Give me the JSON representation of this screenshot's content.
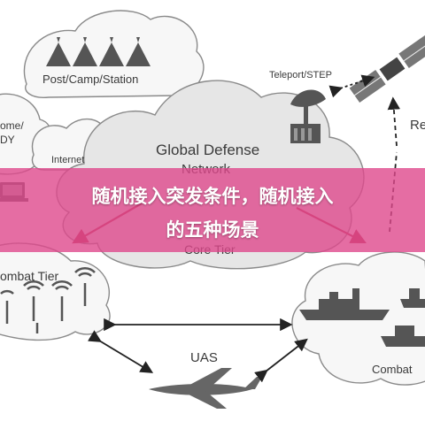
{
  "diagram": {
    "labels": {
      "post_camp_station": "Post/Camp/Station",
      "teleport": "Teleport/STEP",
      "home_partial": "ome/",
      "dy_partial": "DY",
      "internet": "Internet",
      "global_defense": "Global Defense",
      "network": "Network",
      "core_tier": "Core Tier",
      "re_partial": "Re",
      "combat_tier": "ombat Tier",
      "uas": "UAS",
      "combat_right": "Combat"
    },
    "icons": [
      "tent-icon",
      "satellite-dish-icon",
      "satellite-icon",
      "laptop-icon",
      "radio-tower-icon",
      "ship-icon",
      "drone-icon"
    ]
  },
  "banner": {
    "line1": "随机接入突发条件，随机接入",
    "line2": "的五种场景"
  },
  "colors": {
    "banner": "#de488c",
    "arrow_red": "#b4324a",
    "cloud_stroke": "#8a8a8a",
    "cloud_fill": "#e6e6e6"
  }
}
